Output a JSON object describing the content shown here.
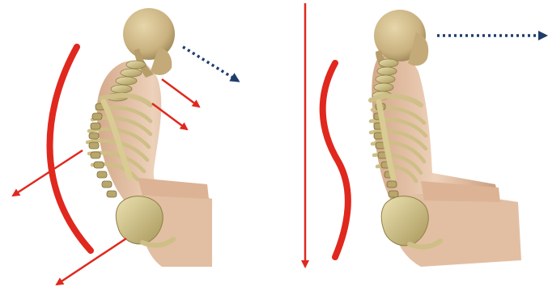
{
  "panels": [
    {
      "id": "slouched-posture",
      "spine_curve": "c-shaped",
      "gaze_direction": "downward",
      "force_arrows": [
        "neck-forward",
        "chest-forward",
        "mid-back-outward",
        "lower-back-outward"
      ]
    },
    {
      "id": "upright-posture",
      "spine_curve": "s-shaped",
      "gaze_direction": "straight-ahead",
      "reference_line": "vertical-plumb-line"
    }
  ],
  "colors": {
    "spine_curve": "#e0281e",
    "force_arrow": "#e0281e",
    "gaze_arrow": "#1f3d6b",
    "skin": "#e6c4a8",
    "skin_shadow": "#c99d7e",
    "bone": "#d8cc93",
    "bone_shadow": "#9e8f52",
    "head": "#cdb78a"
  },
  "icons": {
    "gaze": "dotted-arrow-icon",
    "force": "red-arrow-icon",
    "spine": "curve-icon"
  }
}
